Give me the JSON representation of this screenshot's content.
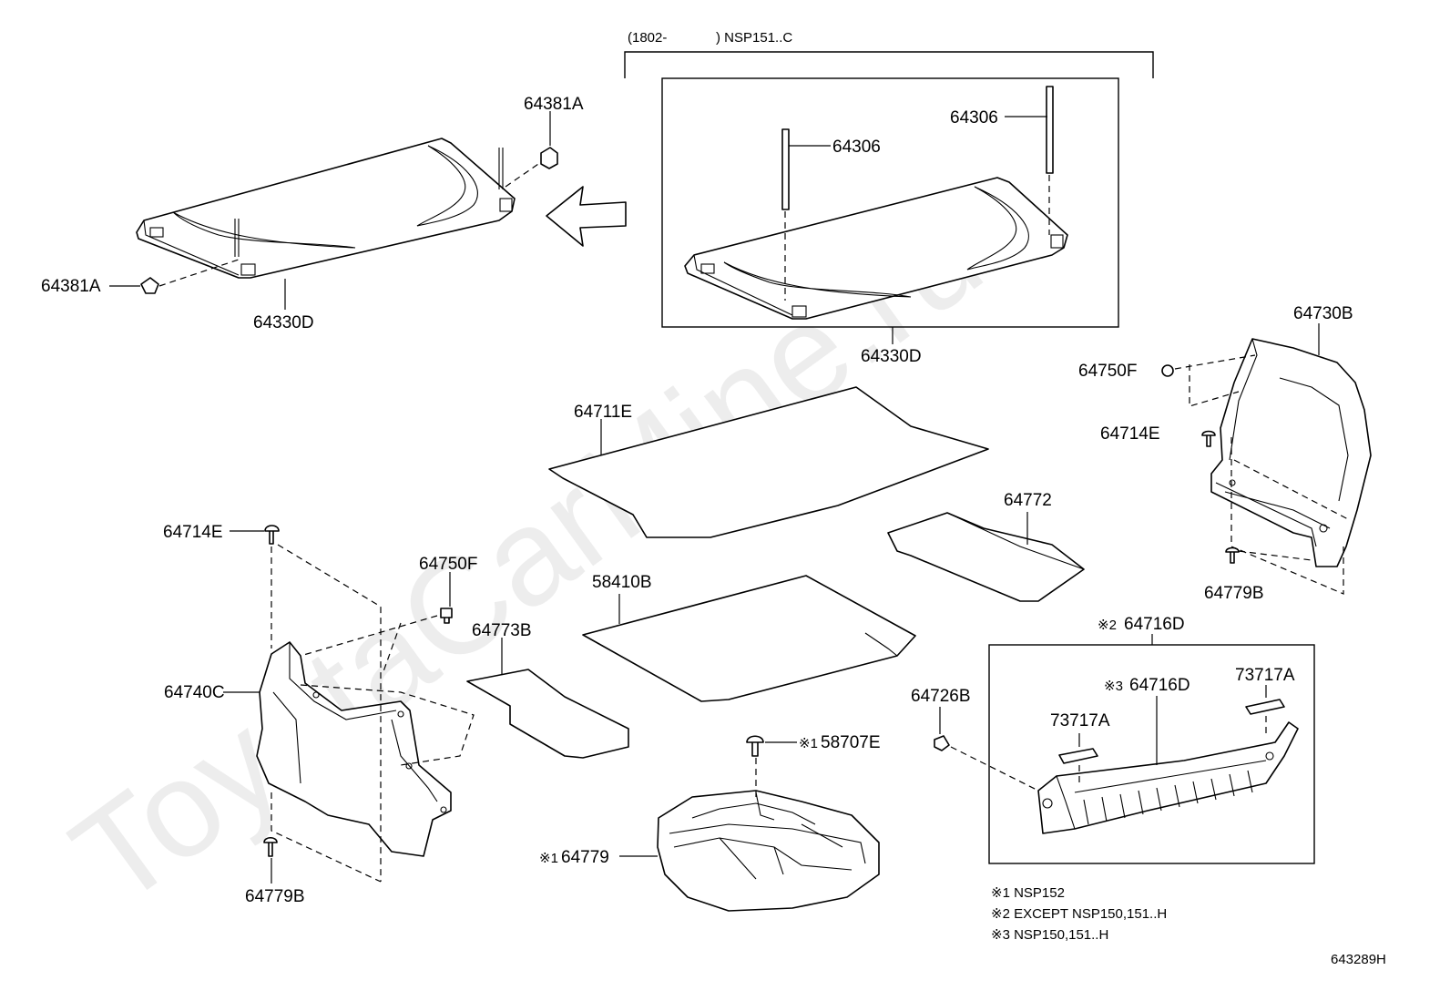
{
  "watermark": "ToyotaCarMine.ru",
  "diagram_id": "643289H",
  "callouts": {
    "p64381a_right": "64381A",
    "p64381a_left": "64381A",
    "p64330d_left": "64330D",
    "p64330d_box": "64330D",
    "p64306_a": "64306",
    "p64306_b": "64306",
    "p64730b": "64730B",
    "p64750f_right": "64750F",
    "p64714e_right": "64714E",
    "p64779b_right": "64779B",
    "p64711e": "64711E",
    "p64772": "64772",
    "p58410b": "58410B",
    "p64773b": "64773B",
    "p64714e_left": "64714E",
    "p64750f_left": "64750F",
    "p64740c": "64740C",
    "p64779b_left": "64779B",
    "p58707e": "58707E",
    "p64779": "64779",
    "p64726b": "64726B",
    "p64716d_top": "64716D",
    "p64716d_inner": "64716D",
    "p73717a_left": "73717A",
    "p73717a_right": "73717A"
  },
  "marks": {
    "m1": "※1",
    "m2": "※2",
    "m3": "※3"
  },
  "bracket_label": {
    "range": "(1802-",
    "model": ") NSP151..C"
  },
  "notes": [
    "※1 NSP152",
    "※2 EXCEPT NSP150,151..H",
    "※3 NSP150,151..H"
  ]
}
